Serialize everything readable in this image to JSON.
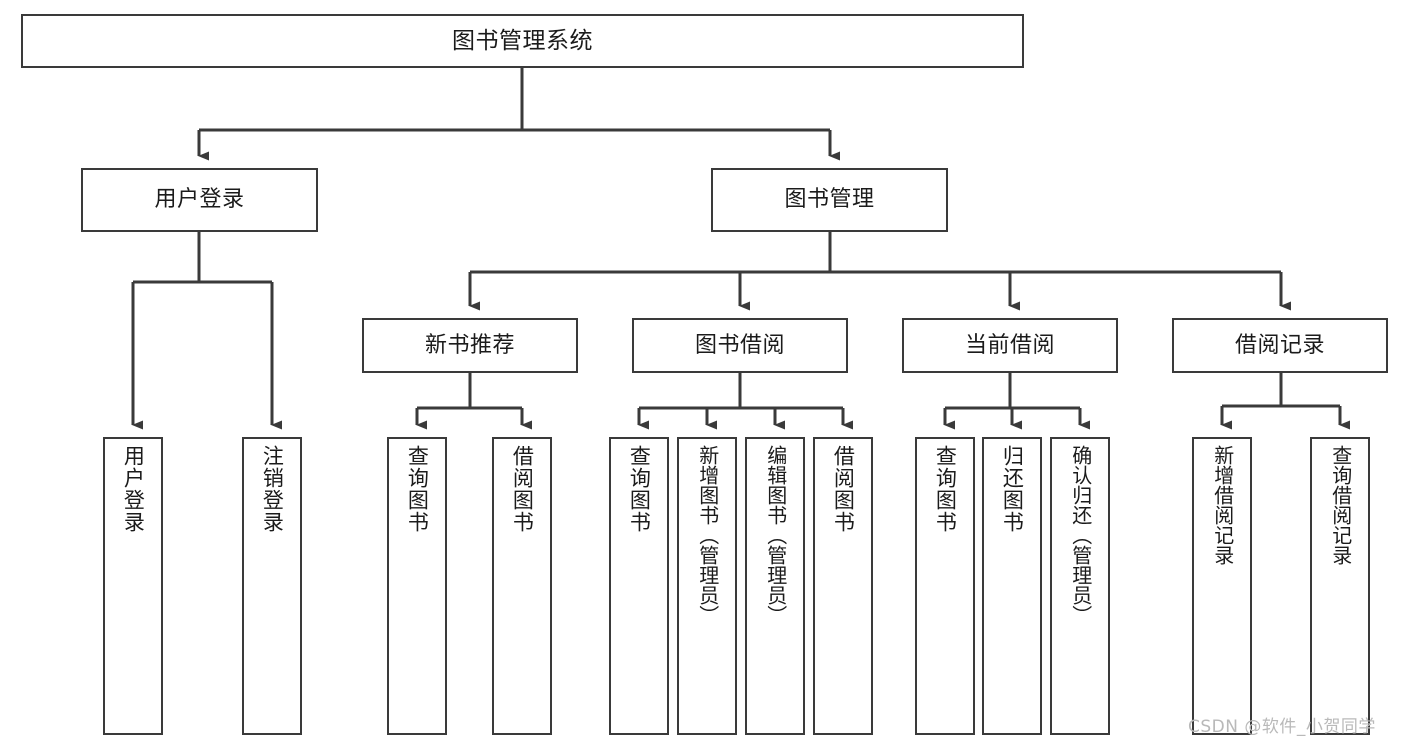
{
  "diagram": {
    "title": "图书管理系统",
    "type": "tree-hierarchy",
    "orientation": "top-down",
    "colors": {
      "background": "#ffffff",
      "node_border": "#3a3a3a",
      "node_fill": "#ffffff",
      "edge": "#3a3a3a",
      "text": "#1b1b1b",
      "watermark": "#b9b9b9"
    },
    "levels": {
      "root": "图书管理系统",
      "level2": [
        "用户登录",
        "图书管理"
      ],
      "level3": [
        "新书推荐",
        "图书借阅",
        "当前借阅",
        "借阅记录"
      ]
    },
    "nodes": {
      "root": {
        "label": "图书管理系统"
      },
      "user_login": {
        "label": "用户登录"
      },
      "book_manage": {
        "label": "图书管理"
      },
      "new_book_rec": {
        "label": "新书推荐"
      },
      "book_borrow": {
        "label": "图书借阅"
      },
      "current_borrow": {
        "label": "当前借阅"
      },
      "borrow_record": {
        "label": "借阅记录"
      },
      "leaf_user_login": {
        "label": "用户登录"
      },
      "leaf_logout": {
        "label": "注销登录"
      },
      "leaf_rec_query": {
        "label": "查询图书"
      },
      "leaf_rec_borrow": {
        "label": "借阅图书"
      },
      "leaf_borrow_query": {
        "label": "查询图书"
      },
      "leaf_add_book": {
        "label": "新增图书（管理员）"
      },
      "leaf_edit_book": {
        "label": "编辑图书（管理员）"
      },
      "leaf_borrow_book": {
        "label": "借阅图书"
      },
      "leaf_cur_query": {
        "label": "查询图书"
      },
      "leaf_return_book": {
        "label": "归还图书"
      },
      "leaf_confirm_return": {
        "label": "确认归还（管理员）"
      },
      "leaf_add_record": {
        "label": "新增借阅记录"
      },
      "leaf_query_record": {
        "label": "查询借阅记录"
      }
    },
    "edges": [
      {
        "from": "root",
        "to": "user_login"
      },
      {
        "from": "root",
        "to": "book_manage"
      },
      {
        "from": "user_login",
        "to": "leaf_user_login"
      },
      {
        "from": "user_login",
        "to": "leaf_logout"
      },
      {
        "from": "book_manage",
        "to": "new_book_rec"
      },
      {
        "from": "book_manage",
        "to": "book_borrow"
      },
      {
        "from": "book_manage",
        "to": "current_borrow"
      },
      {
        "from": "book_manage",
        "to": "borrow_record"
      },
      {
        "from": "new_book_rec",
        "to": "leaf_rec_query"
      },
      {
        "from": "new_book_rec",
        "to": "leaf_rec_borrow"
      },
      {
        "from": "book_borrow",
        "to": "leaf_borrow_query"
      },
      {
        "from": "book_borrow",
        "to": "leaf_add_book"
      },
      {
        "from": "book_borrow",
        "to": "leaf_edit_book"
      },
      {
        "from": "book_borrow",
        "to": "leaf_borrow_book"
      },
      {
        "from": "current_borrow",
        "to": "leaf_cur_query"
      },
      {
        "from": "current_borrow",
        "to": "leaf_return_book"
      },
      {
        "from": "current_borrow",
        "to": "leaf_confirm_return"
      },
      {
        "from": "borrow_record",
        "to": "leaf_add_record"
      },
      {
        "from": "borrow_record",
        "to": "leaf_query_record"
      }
    ]
  },
  "watermark": {
    "text": "CSDN @软件_小贺同学"
  }
}
